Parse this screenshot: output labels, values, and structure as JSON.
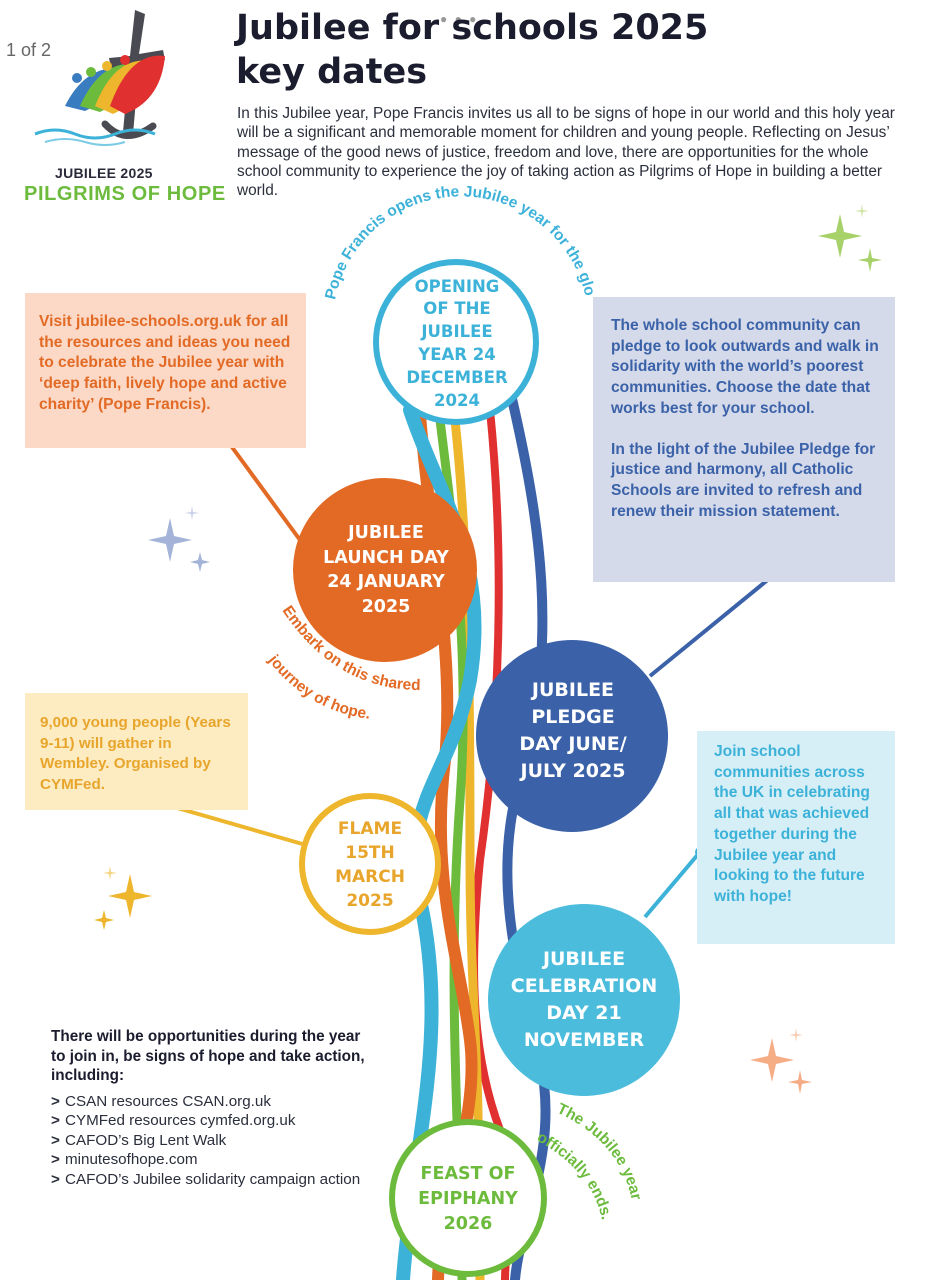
{
  "viewer": {
    "page_indicator": "1 of 2"
  },
  "logo": {
    "year": "JUBILEE 2025",
    "tagline": "PILGRIMS OF HOPE"
  },
  "title": {
    "line1": "Jubilee for schools 2025",
    "line2": "key dates"
  },
  "intro": "In this Jubilee year, Pope Francis invites us all to be signs of hope in our world and this holy year will be a significant and memorable moment for children and young people. Reflecting on Jesus’ message of the good news of justice, freedom and love, there are opportunities for the whole school community to experience the joy of taking action as Pilgrims of Hope in building a better world.",
  "arc_captions": {
    "opening": "Pope Francis opens the Jubilee year for the global Church family.",
    "embark_line1": "Embark on this shared",
    "embark_line2": "journey of hope.",
    "ends_line1": "The Jubilee year",
    "ends_line2": "officially ends."
  },
  "milestones": {
    "opening": [
      "OPENING",
      "OF THE",
      "JUBILEE",
      "YEAR 24",
      "DECEMBER",
      "2024"
    ],
    "launch": [
      "JUBILEE",
      "LAUNCH DAY",
      "24 JANUARY",
      "2025"
    ],
    "pledge": [
      "JUBILEE",
      "PLEDGE",
      "DAY JUNE/",
      "JULY 2025"
    ],
    "flame": [
      "FLAME",
      "15TH",
      "MARCH",
      "2025"
    ],
    "celebration": [
      "JUBILEE",
      "CELEBRATION",
      "DAY 21",
      "NOVEMBER"
    ],
    "epiphany": [
      "FEAST OF",
      "EPIPHANY",
      "2026"
    ]
  },
  "boxes": {
    "visit": {
      "prefix": "Visit ",
      "link": "jubilee-schools.org.uk",
      "rest": " for all the resources and ideas you need to celebrate the Jubilee year with ‘deep faith, lively hope and active charity’ (Pope Francis)."
    },
    "pledge": {
      "para1": "The whole school community can pledge to look outwards and walk in solidarity with the world’s poorest communities. Choose the date that works best for your school.",
      "para2": "In the light of the Jubilee Pledge for justice and harmony, all Catholic Schools are invited to refresh and renew their mission statement."
    },
    "flame": "9,000 young people (Years 9-11) will gather in Wembley. Organised by CYMFed.",
    "celebration": "Join school communities across the UK in celebrating all that was achieved together during the Jubilee year and looking to the future with hope!"
  },
  "opportunities": {
    "heading": "There will be opportunities during the year to join in, be signs of hope and take action, including:",
    "items": [
      "CSAN resources CSAN.org.uk",
      "CYMFed resources cymfed.org.uk",
      "CAFOD’s Big Lent Walk",
      "minutesofhope.com",
      "CAFOD’s Jubilee solidarity campaign action"
    ]
  },
  "colors": {
    "blue_light": "#3cb2d9",
    "orange": "#e26a25",
    "navy": "#3b62a8",
    "yellow": "#eeb62c",
    "green": "#6cbb3c",
    "red": "#e0302f",
    "peach_box": "#fbd9c6",
    "lavender_box": "#d4daea",
    "cream_box": "#fdebc2",
    "ice_box": "#d6eef6"
  },
  "icons": [
    "cross-anchor-logo-icon",
    "sparkle-icon"
  ]
}
